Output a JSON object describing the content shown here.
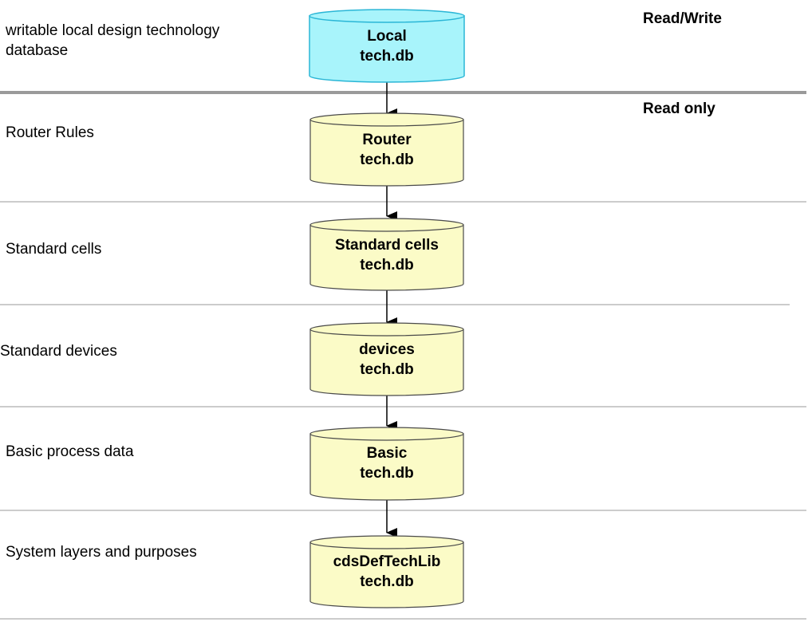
{
  "headers": {
    "read_write": "Read/Write",
    "read_only": "Read only"
  },
  "colors": {
    "local_fill": "#a8f4fb",
    "local_stroke": "#2ab6d6",
    "db_fill": "#fbfbc7",
    "db_stroke": "#4a4a4a",
    "divider": "#9a9a9a"
  },
  "layers": [
    {
      "label": "writable local design technology database",
      "db_line1": "Local",
      "db_line2": "tech.db"
    },
    {
      "label": "Router Rules",
      "db_line1": "Router",
      "db_line2": "tech.db"
    },
    {
      "label": "Standard cells",
      "db_line1": "Standard cells",
      "db_line2": "tech.db"
    },
    {
      "label": "Standard devices",
      "db_line1": "devices",
      "db_line2": "tech.db"
    },
    {
      "label": "Basic process data",
      "db_line1": "Basic",
      "db_line2": "tech.db"
    },
    {
      "label": "System layers and purposes",
      "db_line1": "cdsDefTechLib",
      "db_line2": "tech.db"
    }
  ]
}
